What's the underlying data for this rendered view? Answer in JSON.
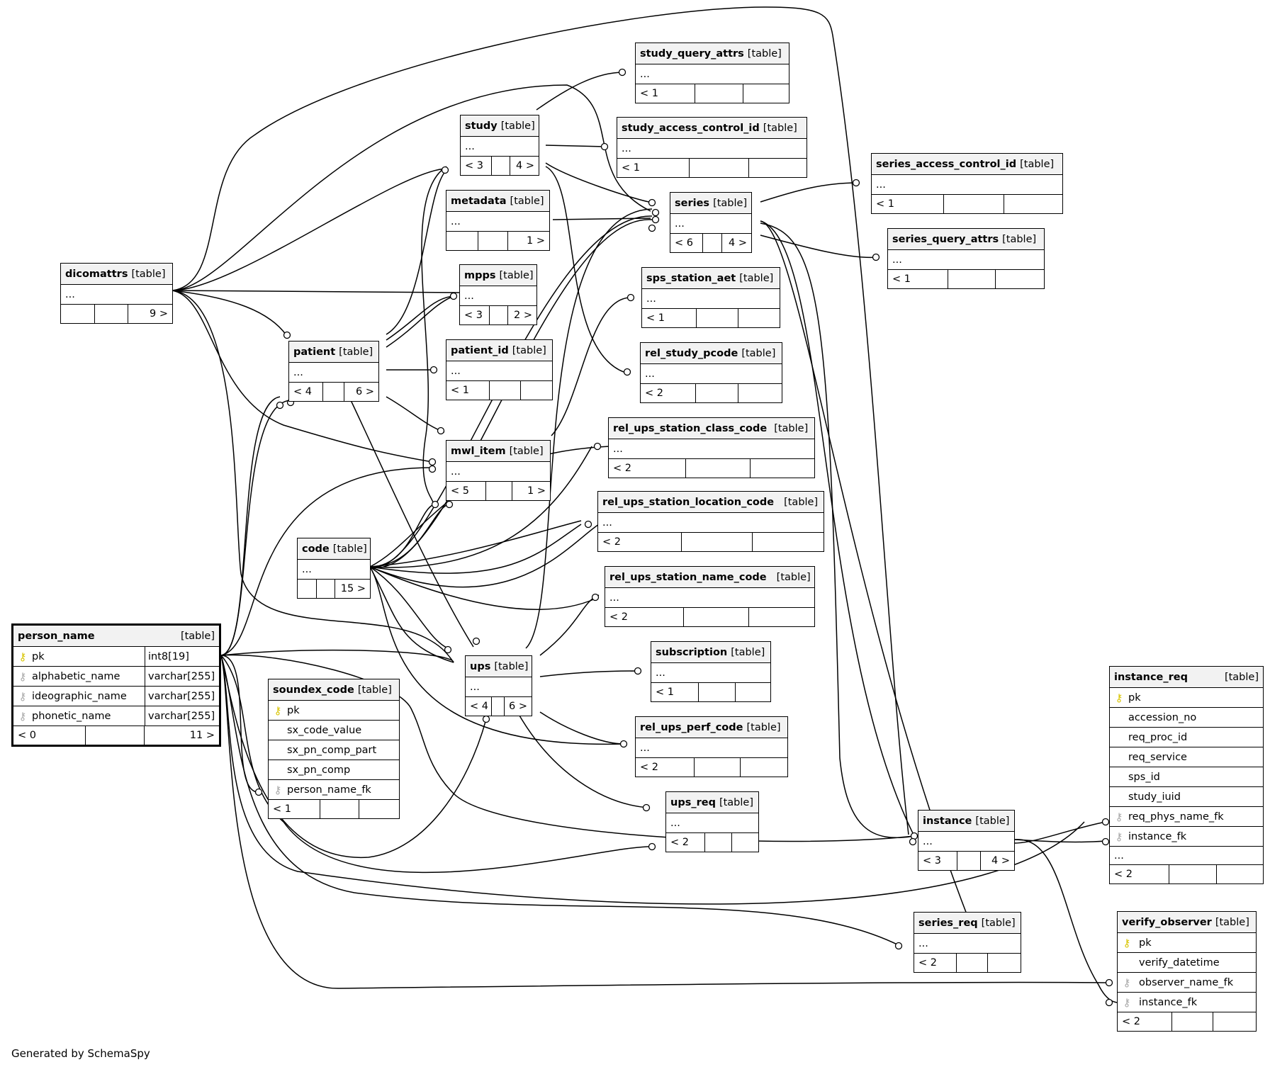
{
  "diagram": {
    "footer": "Generated by SchemaSpy",
    "key_icon": "key-icon",
    "tables": {
      "study_query_attrs": {
        "name": "study_query_attrs",
        "tag": "[table]",
        "dots": "...",
        "foot": [
          "< 1",
          "",
          ""
        ]
      },
      "study": {
        "name": "study",
        "tag": "[table]",
        "dots": "...",
        "foot": [
          "< 3",
          "",
          "4 >"
        ]
      },
      "study_access_control_id": {
        "name": "study_access_control_id",
        "tag": "[table]",
        "dots": "...",
        "foot": [
          "< 1",
          "",
          ""
        ]
      },
      "series_access_control_id": {
        "name": "series_access_control_id",
        "tag": "[table]",
        "dots": "...",
        "foot": [
          "< 1",
          "",
          ""
        ]
      },
      "metadata": {
        "name": "metadata",
        "tag": "[table]",
        "dots": "...",
        "foot": [
          "",
          "",
          "1 >"
        ]
      },
      "series": {
        "name": "series",
        "tag": "[table]",
        "dots": "...",
        "foot": [
          "< 6",
          "",
          "4 >"
        ]
      },
      "series_query_attrs": {
        "name": "series_query_attrs",
        "tag": "[table]",
        "dots": "...",
        "foot": [
          "< 1",
          "",
          ""
        ]
      },
      "dicomattrs": {
        "name": "dicomattrs",
        "tag": "[table]",
        "dots": "...",
        "foot": [
          "",
          "",
          "9 >"
        ]
      },
      "mpps": {
        "name": "mpps",
        "tag": "[table]",
        "dots": "...",
        "foot": [
          "< 3",
          "",
          "2 >"
        ]
      },
      "sps_station_aet": {
        "name": "sps_station_aet",
        "tag": "[table]",
        "dots": "...",
        "foot": [
          "< 1",
          "",
          ""
        ]
      },
      "patient": {
        "name": "patient",
        "tag": "[table]",
        "dots": "...",
        "foot": [
          "< 4",
          "",
          "6 >"
        ]
      },
      "patient_id": {
        "name": "patient_id",
        "tag": "[table]",
        "dots": "...",
        "foot": [
          "< 1",
          "",
          ""
        ]
      },
      "rel_study_pcode": {
        "name": "rel_study_pcode",
        "tag": "[table]",
        "dots": "...",
        "foot": [
          "< 2",
          "",
          ""
        ]
      },
      "rel_ups_station_class_code": {
        "name": "rel_ups_station_class_code",
        "tag": "[table]",
        "dots": "...",
        "foot": [
          "< 2",
          "",
          ""
        ]
      },
      "mwl_item": {
        "name": "mwl_item",
        "tag": "[table]",
        "dots": "...",
        "foot": [
          "< 5",
          "",
          "1 >"
        ]
      },
      "rel_ups_station_location_code": {
        "name": "rel_ups_station_location_code",
        "tag": "[table]",
        "dots": "...",
        "foot": [
          "< 2",
          "",
          ""
        ]
      },
      "code": {
        "name": "code",
        "tag": "[table]",
        "dots": "...",
        "foot": [
          "",
          "",
          "15 >"
        ]
      },
      "rel_ups_station_name_code": {
        "name": "rel_ups_station_name_code",
        "tag": "[table]",
        "dots": "...",
        "foot": [
          "< 2",
          "",
          ""
        ]
      },
      "subscription": {
        "name": "subscription",
        "tag": "[table]",
        "dots": "...",
        "foot": [
          "< 1",
          "",
          ""
        ]
      },
      "ups": {
        "name": "ups",
        "tag": "[table]",
        "dots": "...",
        "foot": [
          "< 4",
          "",
          "6 >"
        ]
      },
      "rel_ups_perf_code": {
        "name": "rel_ups_perf_code",
        "tag": "[table]",
        "dots": "...",
        "foot": [
          "< 2",
          "",
          ""
        ]
      },
      "ups_req": {
        "name": "ups_req",
        "tag": "[table]",
        "dots": "...",
        "foot": [
          "< 2",
          "",
          ""
        ]
      },
      "instance": {
        "name": "instance",
        "tag": "[table]",
        "dots": "...",
        "foot": [
          "< 3",
          "",
          "4 >"
        ]
      },
      "series_req": {
        "name": "series_req",
        "tag": "[table]",
        "dots": "...",
        "foot": [
          "< 2",
          "",
          ""
        ]
      }
    },
    "person_name": {
      "name": "person_name",
      "tag": "[table]",
      "columns": [
        {
          "key": "pk",
          "name": "pk",
          "type": "int8[19]"
        },
        {
          "key": "fk",
          "name": "alphabetic_name",
          "type": "varchar[255]"
        },
        {
          "key": "fk",
          "name": "ideographic_name",
          "type": "varchar[255]"
        },
        {
          "key": "fk",
          "name": "phonetic_name",
          "type": "varchar[255]"
        }
      ],
      "foot": [
        "< 0",
        "",
        "11 >"
      ]
    },
    "soundex_code": {
      "name": "soundex_code",
      "tag": "[table]",
      "columns": [
        {
          "key": "pk",
          "name": "pk"
        },
        {
          "key": "none",
          "name": "sx_code_value"
        },
        {
          "key": "none",
          "name": "sx_pn_comp_part"
        },
        {
          "key": "none",
          "name": "sx_pn_comp"
        },
        {
          "key": "fk",
          "name": "person_name_fk"
        }
      ],
      "foot": [
        "< 1",
        "",
        ""
      ]
    },
    "instance_req": {
      "name": "instance_req",
      "tag": "[table]",
      "columns": [
        {
          "key": "pk",
          "name": "pk"
        },
        {
          "key": "none",
          "name": "accession_no"
        },
        {
          "key": "none",
          "name": "req_proc_id"
        },
        {
          "key": "none",
          "name": "req_service"
        },
        {
          "key": "none",
          "name": "sps_id"
        },
        {
          "key": "none",
          "name": "study_iuid"
        },
        {
          "key": "fk",
          "name": "req_phys_name_fk"
        },
        {
          "key": "fk",
          "name": "instance_fk"
        }
      ],
      "dots": "...",
      "foot": [
        "< 2",
        "",
        ""
      ]
    },
    "verify_observer": {
      "name": "verify_observer",
      "tag": "[table]",
      "columns": [
        {
          "key": "pk",
          "name": "pk"
        },
        {
          "key": "none",
          "name": "verify_datetime"
        },
        {
          "key": "fk",
          "name": "observer_name_fk"
        },
        {
          "key": "fk",
          "name": "instance_fk"
        }
      ],
      "foot": [
        "< 2",
        "",
        ""
      ]
    }
  }
}
